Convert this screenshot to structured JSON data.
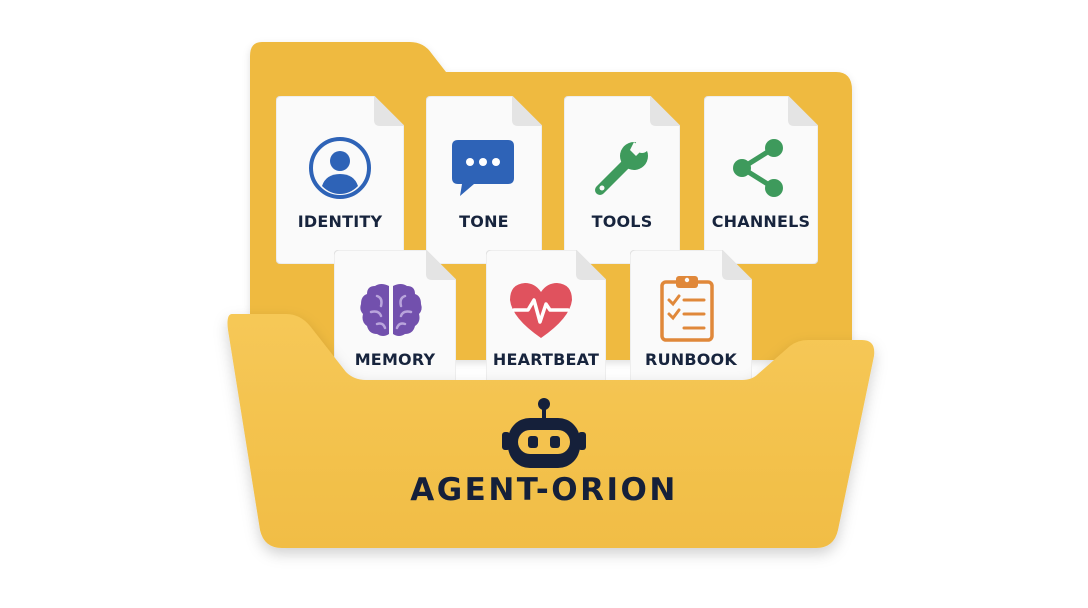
{
  "folder": {
    "title": "AGENT-ORION",
    "icon": "robot-icon",
    "color": "#f4c24e",
    "back_color": "#efba3f"
  },
  "files": [
    {
      "label": "IDENTITY",
      "icon": "user-circle-icon",
      "color": "#2e63b7"
    },
    {
      "label": "TONE",
      "icon": "chat-bubble-icon",
      "color": "#2e63b7"
    },
    {
      "label": "TOOLS",
      "icon": "wrench-icon",
      "color": "#3e9a5c"
    },
    {
      "label": "CHANNELS",
      "icon": "share-icon",
      "color": "#3e9a5c"
    },
    {
      "label": "MEMORY",
      "icon": "brain-icon",
      "color": "#7250ad"
    },
    {
      "label": "HEARTBEAT",
      "icon": "heart-pulse-icon",
      "color": "#e0525e"
    },
    {
      "label": "RUNBOOK",
      "icon": "clipboard-checklist-icon",
      "color": "#e0883a"
    }
  ]
}
